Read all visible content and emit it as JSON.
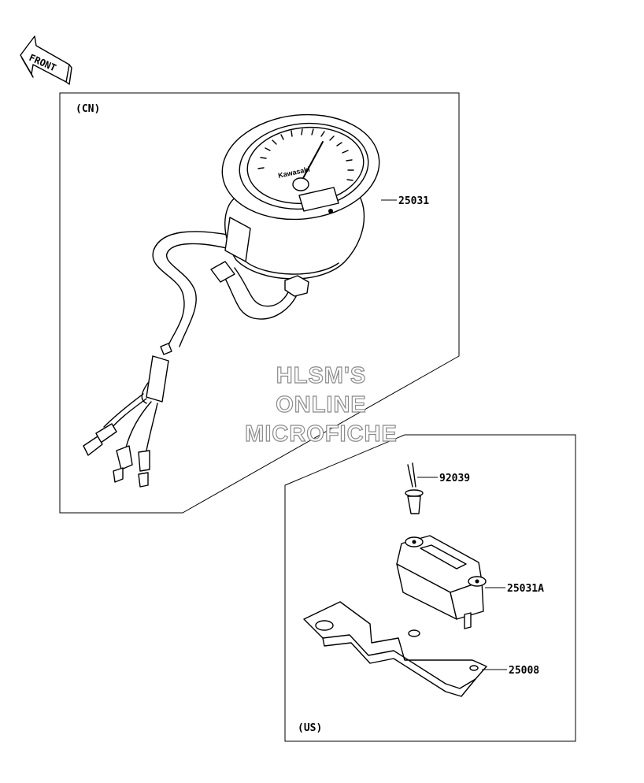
{
  "front_label": "FRONT",
  "panels": {
    "cn": {
      "region_label": "(CN)"
    },
    "us": {
      "region_label": "(US)"
    }
  },
  "parts": [
    {
      "number": "25031"
    },
    {
      "number": "92039"
    },
    {
      "number": "25031A"
    },
    {
      "number": "25008"
    }
  ],
  "meter_brand": "Kawasaki",
  "watermark": [
    "HLSM'S",
    "ONLINE",
    "MICROFICHE"
  ],
  "colors": {
    "line": "#000000",
    "background": "#ffffff",
    "watermark_outline": "#8a8a8a"
  }
}
